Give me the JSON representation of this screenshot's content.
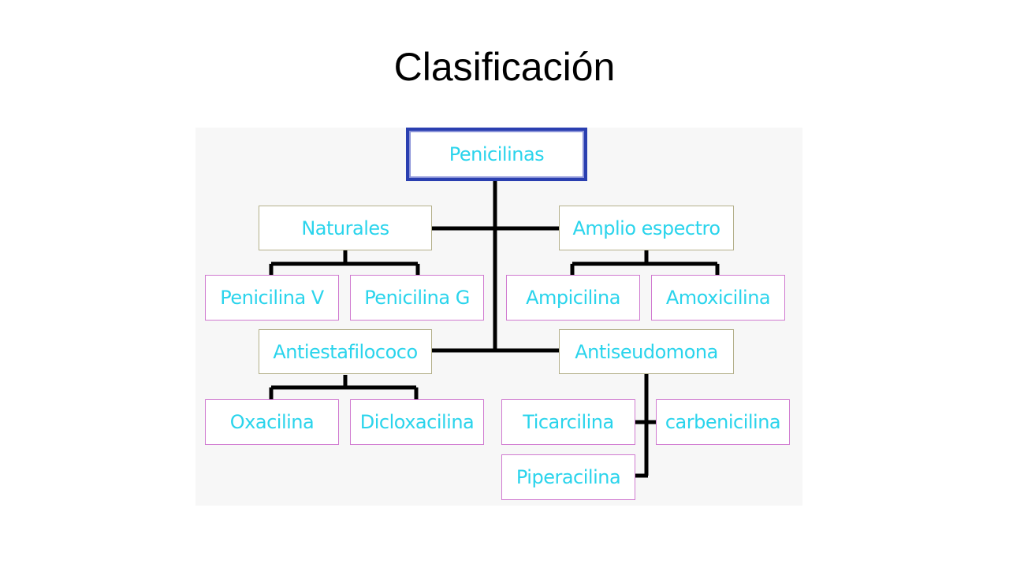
{
  "slide": {
    "title": "Clasificación"
  },
  "diagram": {
    "root": "Penicilinas",
    "categories": [
      {
        "name": "Naturales",
        "drugs": [
          "Penicilina V",
          "Penicilina G"
        ]
      },
      {
        "name": "Amplio espectro",
        "drugs": [
          "Ampicilina",
          "Amoxicilina"
        ]
      },
      {
        "name": "Antiestafilococo",
        "drugs": [
          "Oxacilina",
          "Dicloxacilina"
        ]
      },
      {
        "name": "Antiseudomona",
        "drugs": [
          "Ticarcilina",
          "carbenicilina",
          "Piperacilina"
        ]
      }
    ],
    "colors": {
      "node_text": "#2ad4ec",
      "root_border": "#2a3fb0",
      "category_border": "#b4b08a",
      "drug_border": "#d07ad0",
      "connector": "#000000"
    }
  }
}
